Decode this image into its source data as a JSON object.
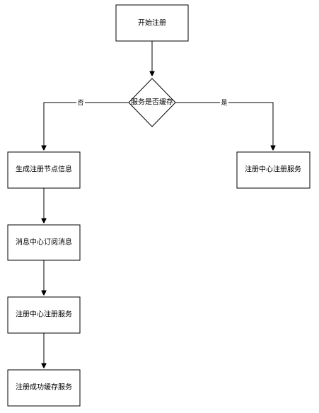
{
  "nodes": {
    "start": "开始注册",
    "decision": "服务是否缓存",
    "register_center_yes": "注册中心注册服务",
    "generate_node_info": "生成注册节点信息",
    "subscribe_message": "消息中心订阅消息",
    "register_center_no": "注册中心注册服务",
    "cache_success": "注册成功缓存服务"
  },
  "edges": {
    "no_label": "否",
    "yes_label": "是"
  }
}
